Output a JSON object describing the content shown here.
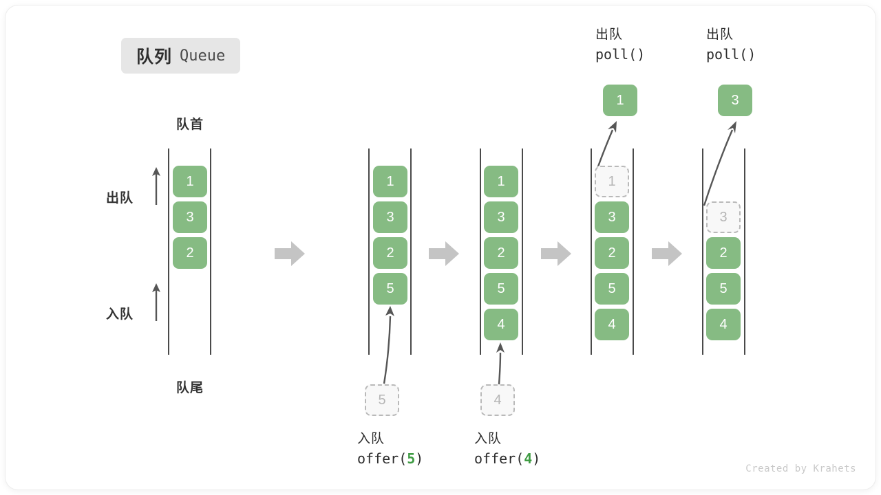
{
  "title": {
    "cn": "队列",
    "en": "Queue"
  },
  "anchors": {
    "head_label": "队首",
    "tail_label": "队尾",
    "dequeue_label": "出队",
    "enqueue_label": "入队"
  },
  "footer": "Created by Krahets",
  "colors": {
    "node_fill": "#86bb83",
    "node_text": "#ffffff",
    "ghost_fill": "#f8f8f8",
    "ghost_border": "#b9b9b9",
    "ghost_text": "#b5b5b5",
    "rail": "#4a4a4a",
    "step_arrow": "#c4c4c4",
    "badge_bg": "#e6e6e6",
    "accent_green": "#3f9c43",
    "footer_text": "#c9c9c9"
  },
  "columns": [
    {
      "id": "col-initial",
      "slots": [
        "1",
        "3",
        "2"
      ],
      "ghost_index": null,
      "ghost_value": null
    },
    {
      "id": "col-after-offer-5",
      "slots": [
        "1",
        "3",
        "2",
        "5"
      ],
      "ghost_index": null,
      "ghost_value": null
    },
    {
      "id": "col-after-offer-4",
      "slots": [
        "1",
        "3",
        "2",
        "5",
        "4"
      ],
      "ghost_index": null,
      "ghost_value": null
    },
    {
      "id": "col-poll-1",
      "slots": [
        "1",
        "3",
        "2",
        "5",
        "4"
      ],
      "ghost_index": 0,
      "ghost_value": "1"
    },
    {
      "id": "col-poll-3",
      "slots": [
        "",
        "3",
        "2",
        "5",
        "4"
      ],
      "ghost_index": 1,
      "ghost_value": "3"
    }
  ],
  "operations": {
    "offer_5": {
      "cn": "入队",
      "code_prefix": "offer(",
      "arg": "5",
      "code_suffix": ")",
      "incoming_value": "5"
    },
    "offer_4": {
      "cn": "入队",
      "code_prefix": "offer(",
      "arg": "4",
      "code_suffix": ")",
      "incoming_value": "4"
    },
    "poll_1": {
      "cn": "出队",
      "code_prefix": "poll(",
      "arg": "",
      "code_suffix": ")",
      "outgoing_value": "1"
    },
    "poll_2": {
      "cn": "出队",
      "code_prefix": "poll(",
      "arg": "",
      "code_suffix": ")",
      "outgoing_value": "3"
    }
  }
}
